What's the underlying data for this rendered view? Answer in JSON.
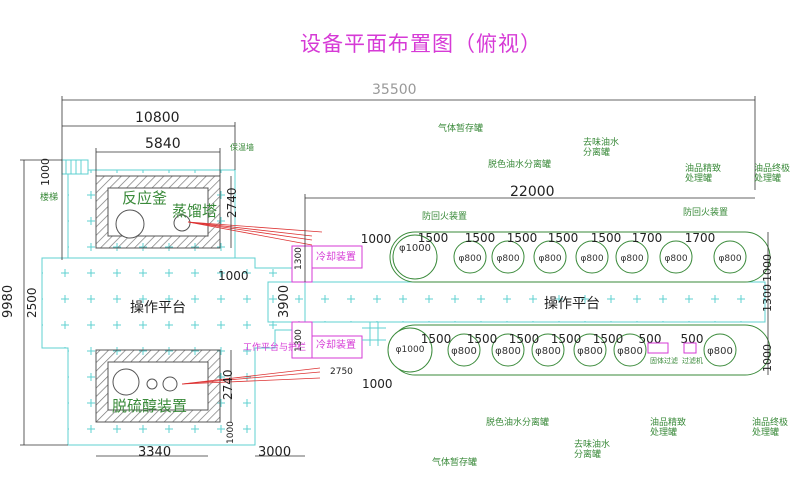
{
  "title": "设备平面布置图（俯视）",
  "colors": {
    "magenta": "#d63ad6",
    "green": "#3a8a3a",
    "cyan": "#5fd0d0",
    "red": "#d33",
    "dim": "#333",
    "hatch": "#777"
  },
  "dims": {
    "total_width": "35500",
    "left_width": "10800",
    "reactor_width": "5840",
    "right_width": "22000",
    "total_height": "9980",
    "stair": "1000",
    "reactor_depth": "2740",
    "gap_1000": "1000",
    "platform_2500": "2500",
    "platform_3900": "3900",
    "tower_2740": "2740",
    "tower_3340": "3340",
    "bottom_3000": "3000",
    "cooler_1300a": "1300",
    "cooler_1300b": "1300",
    "dim_2750": "2750",
    "dim_1000_low": "1000",
    "right_1000_a": "1000",
    "right_1300": "1300",
    "right_1000_b": "1000",
    "small_1000": "1000",
    "row_top_start": "1000",
    "row_top": [
      "1500",
      "1500",
      "1500",
      "1500",
      "1500",
      "1700",
      "1700"
    ],
    "row_bot": [
      "1500",
      "1500",
      "1500",
      "1500",
      "1500",
      "500",
      "500"
    ],
    "dia_top_first": "φ1000",
    "dia_top": [
      "φ800",
      "φ800",
      "φ800",
      "φ800",
      "φ800",
      "φ800",
      "φ800"
    ],
    "dia_bot_first": "φ1000",
    "dia_bot": [
      "φ800",
      "φ800",
      "φ800",
      "φ800",
      "φ800",
      "φ800"
    ]
  },
  "labels": {
    "reactor": "反应釜",
    "distill": "蒸馏塔",
    "desulfur": "脱硫醇装置",
    "platform_left": "操作平台",
    "platform_right": "操作平台",
    "cooler_top": "冷却装置",
    "cooler_bot": "冷却装置",
    "stairs": "楼梯",
    "guardrail": "保温墙",
    "work_platform": "工作平台与护栏",
    "gas_tank_top": "气体暂存罐",
    "gas_tank_bot": "气体暂存罐",
    "deodor_top": "去味油水\n分离罐",
    "decolor_top": "脱色油水分离罐",
    "flame_left": "防回火装置",
    "flame_right": "防回火装置",
    "refine_top": "油品精致\n处理罐",
    "final_top": "油品终极\n处理罐",
    "decolor_bot": "脱色油水分离罐",
    "deodor_bot": "去味油水\n分离罐",
    "refine_bot": "油品精致\n处理罐",
    "final_bot": "油品终极\n处理罐",
    "filter1": "固体过滤",
    "filter2": "过滤机"
  }
}
